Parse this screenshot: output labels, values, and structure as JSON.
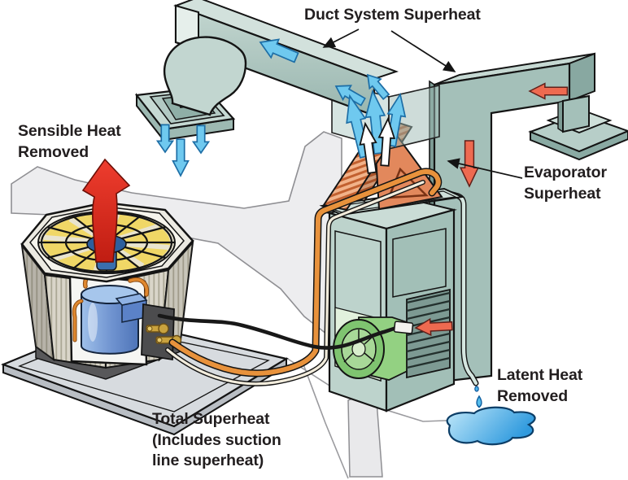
{
  "figure": {
    "type": "hvac-superheat-diagram",
    "labels": {
      "duct_system_superheat": "Duct System Superheat",
      "sensible_heat_removed": "Sensible Heat\nRemoved",
      "evaporator_superheat": "Evaporator\nSuperheat",
      "latent_heat_removed": "Latent Heat\nRemoved",
      "total_superheat": "Total Superheat\n(Includes suction\nline superheat)"
    },
    "components": [
      "background-wall",
      "concrete-pad",
      "condenser-unit",
      "condenser-fan",
      "compressor",
      "service-valves",
      "electrical-cable",
      "sensible-heat-arrow",
      "supply-duct",
      "ceiling-diffuser",
      "supply-airflow-arrows",
      "evaporator-coil",
      "evaporator-plenum",
      "air-handler",
      "blower",
      "blower-airflow-arrow",
      "return-duct",
      "return-register",
      "return-airflow-arrows",
      "suction-line",
      "liquid-line",
      "condensate-drain",
      "water-droplet",
      "water-puddle"
    ],
    "colors": {
      "text_color": "#221e1f",
      "duct_light": "#c7dad4",
      "duct_mid": "#a4c0b9",
      "duct_dark": "#86a69f",
      "wall_gray": "#ededef",
      "pad_gray": "#d7dbdf",
      "metal_beige": "#d9d5c9",
      "fan_yellow": "#f0d766",
      "hub_blue": "#2d5f9e",
      "compressor_blue": "#6e92cf",
      "copper_orange": "#e8923c",
      "brass_gold": "#c9a23e",
      "coil_orange": "#e2885c",
      "coil_orange_light": "#f2b289",
      "arrow_blue": "#6fc9ef",
      "arrow_blue_dk": "#1d6ea6",
      "arrow_red": "#ee6a50",
      "heat_red": "#d42b1d",
      "blower_green": "#7fc470",
      "water_blue": "#3fa8e6",
      "drain_tube": "#d5e6e0"
    }
  }
}
